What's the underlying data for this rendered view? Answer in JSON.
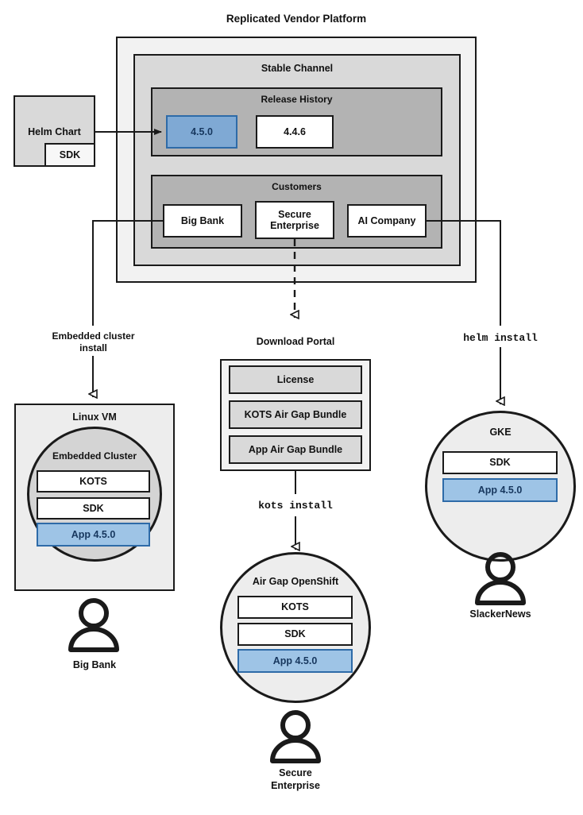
{
  "diagram": {
    "title": "Replicated Vendor Platform",
    "colors": {
      "outer_panel": "#F2F2F2",
      "channel_panel": "#D9D9D9",
      "inner_panel": "#B3B3B3",
      "vm_panel": "#EDEDED",
      "cluster_circle": "#D4D4D4",
      "circle_fill": "#EDEDED",
      "bundle_box": "#D9D9D9",
      "release_current_fill": "#7FA9D4",
      "release_current_border": "#2E6BA8",
      "app_box_fill": "#9EC4E6",
      "app_box_border": "#2E6BA8",
      "app_box_text": "#17375E",
      "stroke": "#1A1A1A"
    },
    "platform": {
      "label": "Replicated Vendor Platform",
      "channel": {
        "label": "Stable Channel",
        "release_history": {
          "label": "Release History",
          "releases": [
            {
              "version": "4.5.0",
              "current": true
            },
            {
              "version": "4.4.6",
              "current": false
            }
          ]
        },
        "customers": {
          "label": "Customers",
          "items": [
            {
              "name": "Big Bank"
            },
            {
              "name": "Secure\nEnterprise"
            },
            {
              "name": "AI Company"
            }
          ]
        }
      }
    },
    "helm_chart": {
      "label": "Helm Chart",
      "sdk_label": "SDK"
    },
    "flows": [
      {
        "label": "Embedded cluster\ninstall",
        "mono": false
      },
      {
        "label": "kots install",
        "mono": true
      },
      {
        "label": "helm install",
        "mono": true
      }
    ],
    "download_portal": {
      "label": "Download Portal",
      "items": [
        "License",
        "KOTS Air Gap Bundle",
        "App Air Gap Bundle"
      ]
    },
    "targets": [
      {
        "id": "linux-vm",
        "shape": "rect",
        "label": "Linux VM",
        "inner": {
          "shape": "circle",
          "label": "Embedded Cluster",
          "components": [
            {
              "label": "KOTS",
              "highlight": false
            },
            {
              "label": "SDK",
              "highlight": false
            },
            {
              "label": "App 4.5.0",
              "highlight": true
            }
          ]
        },
        "customer": "Big Bank"
      },
      {
        "id": "air-gap-openshift",
        "shape": "circle",
        "label": "Air Gap OpenShift",
        "components": [
          {
            "label": "KOTS",
            "highlight": false
          },
          {
            "label": "SDK",
            "highlight": false
          },
          {
            "label": "App 4.5.0",
            "highlight": true
          }
        ],
        "customer": "Secure\nEnterprise"
      },
      {
        "id": "gke",
        "shape": "circle",
        "label": "GKE",
        "components": [
          {
            "label": "SDK",
            "highlight": false
          },
          {
            "label": "App 4.5.0",
            "highlight": true
          }
        ],
        "customer": "SlackerNews"
      }
    ],
    "customer_captions": {
      "big_bank": "Big Bank",
      "secure_enterprise": "Secure\nEnterprise",
      "slackernews": "SlackerNews"
    }
  }
}
